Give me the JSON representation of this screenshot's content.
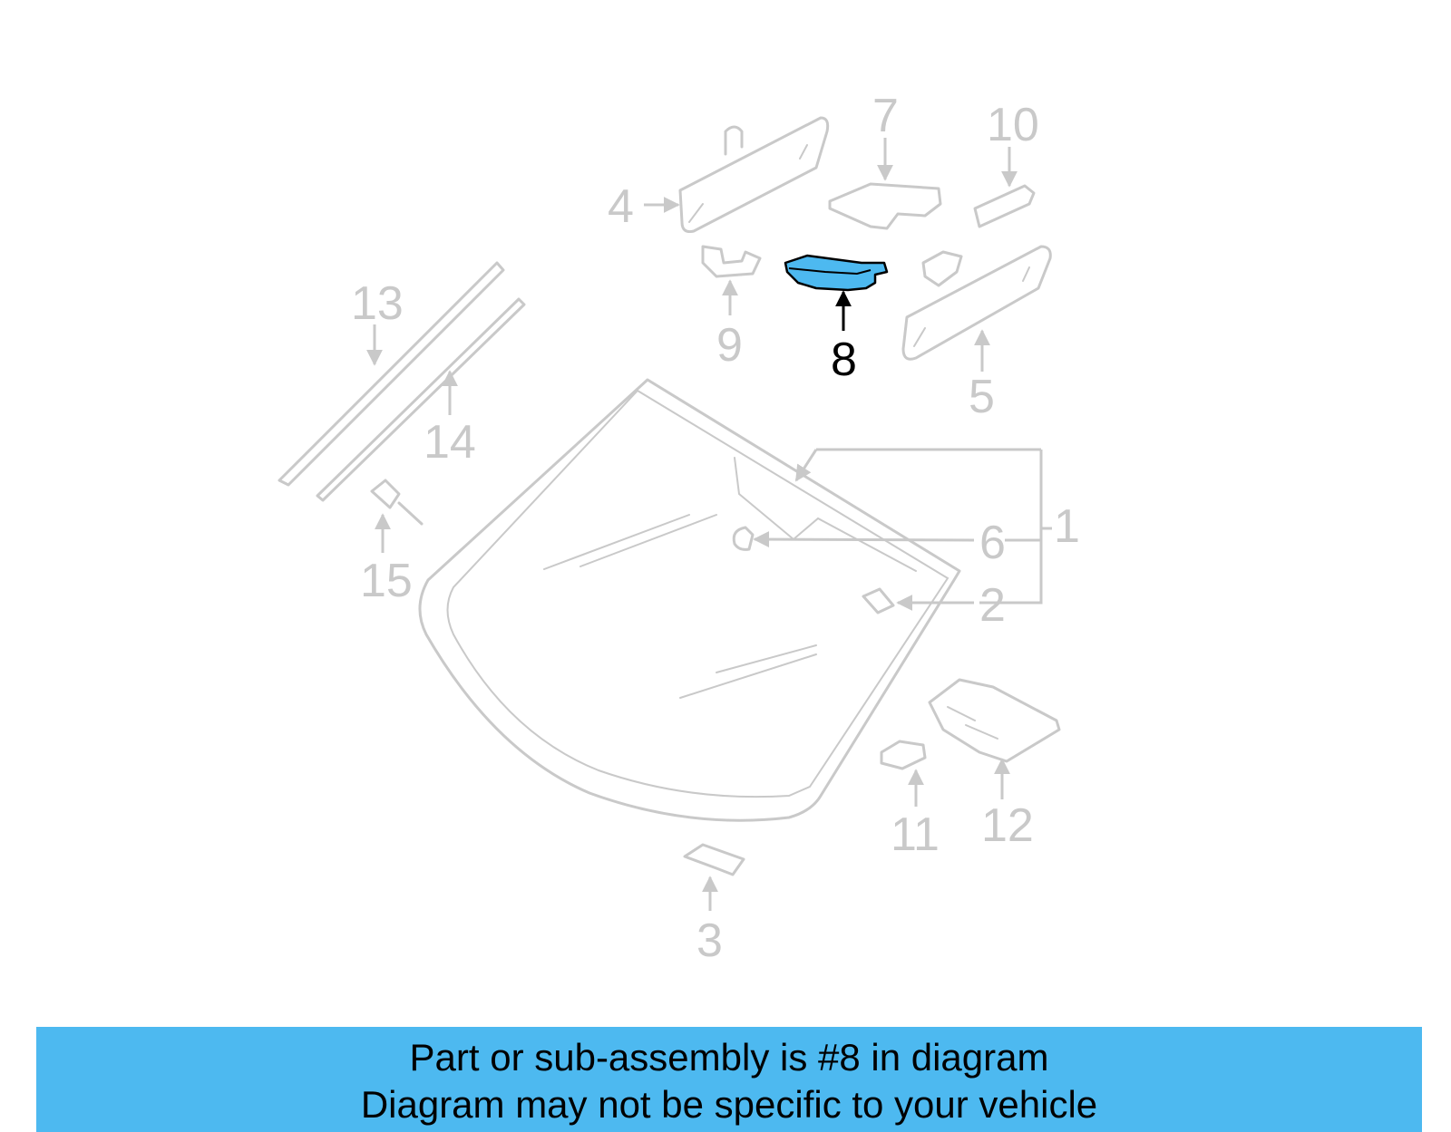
{
  "diagram": {
    "callouts": [
      "1",
      "2",
      "3",
      "4",
      "5",
      "6",
      "7",
      "8",
      "9",
      "10",
      "11",
      "12",
      "13",
      "14",
      "15"
    ],
    "highlighted_callout": "8",
    "highlight_color": "#4db9f0",
    "line_color": "#c9c9c9"
  },
  "banner": {
    "line1": "Part or sub-assembly is #8 in diagram",
    "line2": "Diagram may not be specific to your vehicle",
    "background": "#4db9f0"
  }
}
